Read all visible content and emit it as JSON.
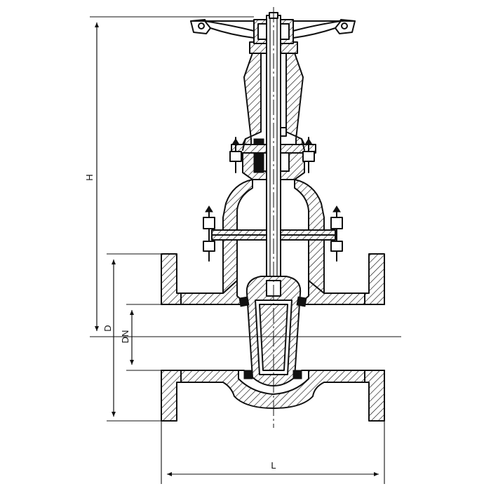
{
  "diagram": {
    "labels": {
      "height": "H",
      "flange_diameter": "D",
      "nominal_diameter": "DN",
      "length": "L"
    },
    "colors": {
      "ink": "#111111",
      "background": "#ffffff"
    }
  }
}
